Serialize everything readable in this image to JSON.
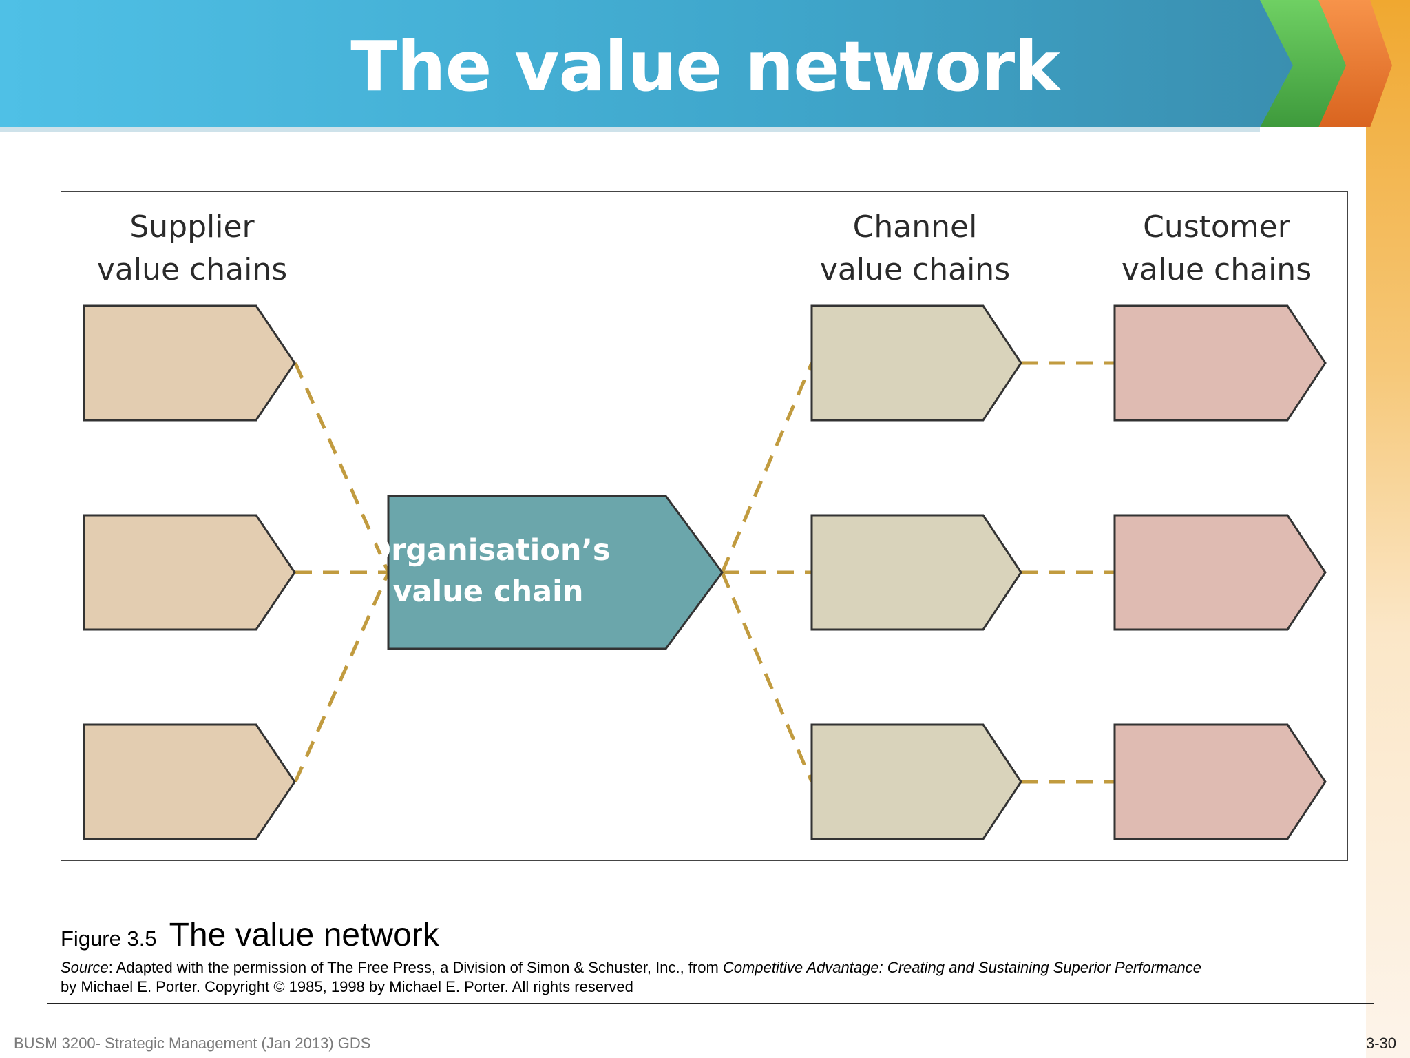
{
  "slide": {
    "title": "The value network"
  },
  "diagram": {
    "columns": {
      "supplier": {
        "line1": "Supplier",
        "line2": "value chains"
      },
      "channel": {
        "line1": "Channel",
        "line2": "value chains"
      },
      "customer": {
        "line1": "Customer",
        "line2": "value chains"
      }
    },
    "organisation": {
      "line1": "Organisation’s",
      "line2": "value chain"
    }
  },
  "caption": {
    "figure_number": "Figure 3.5",
    "figure_title": "The value network",
    "source_label": "Source",
    "source_text": ": Adapted with the permission of The Free Press, a Division of Simon & Schuster, Inc., from ",
    "book_title": "Competitive Advantage: Creating and Sustaining Superior Performance",
    "source_text_2": "by Michael E. Porter. Copyright © 1985, 1998 by Michael E. Porter. All rights reserved"
  },
  "footer": {
    "course": "BUSM 3200- Strategic Management (Jan 2013) GDS",
    "page": "3-30"
  },
  "colors": {
    "banner_blue": "#3ea3c9",
    "arrow_green": "#5cbf52",
    "arrow_orange": "#f27e33",
    "supplier_fill": "#e3cdb1",
    "channel_fill": "#d9d3bb",
    "customer_fill": "#dfbbb2",
    "organisation_fill": "#6ba6ab",
    "connector": "#c19b3f"
  }
}
